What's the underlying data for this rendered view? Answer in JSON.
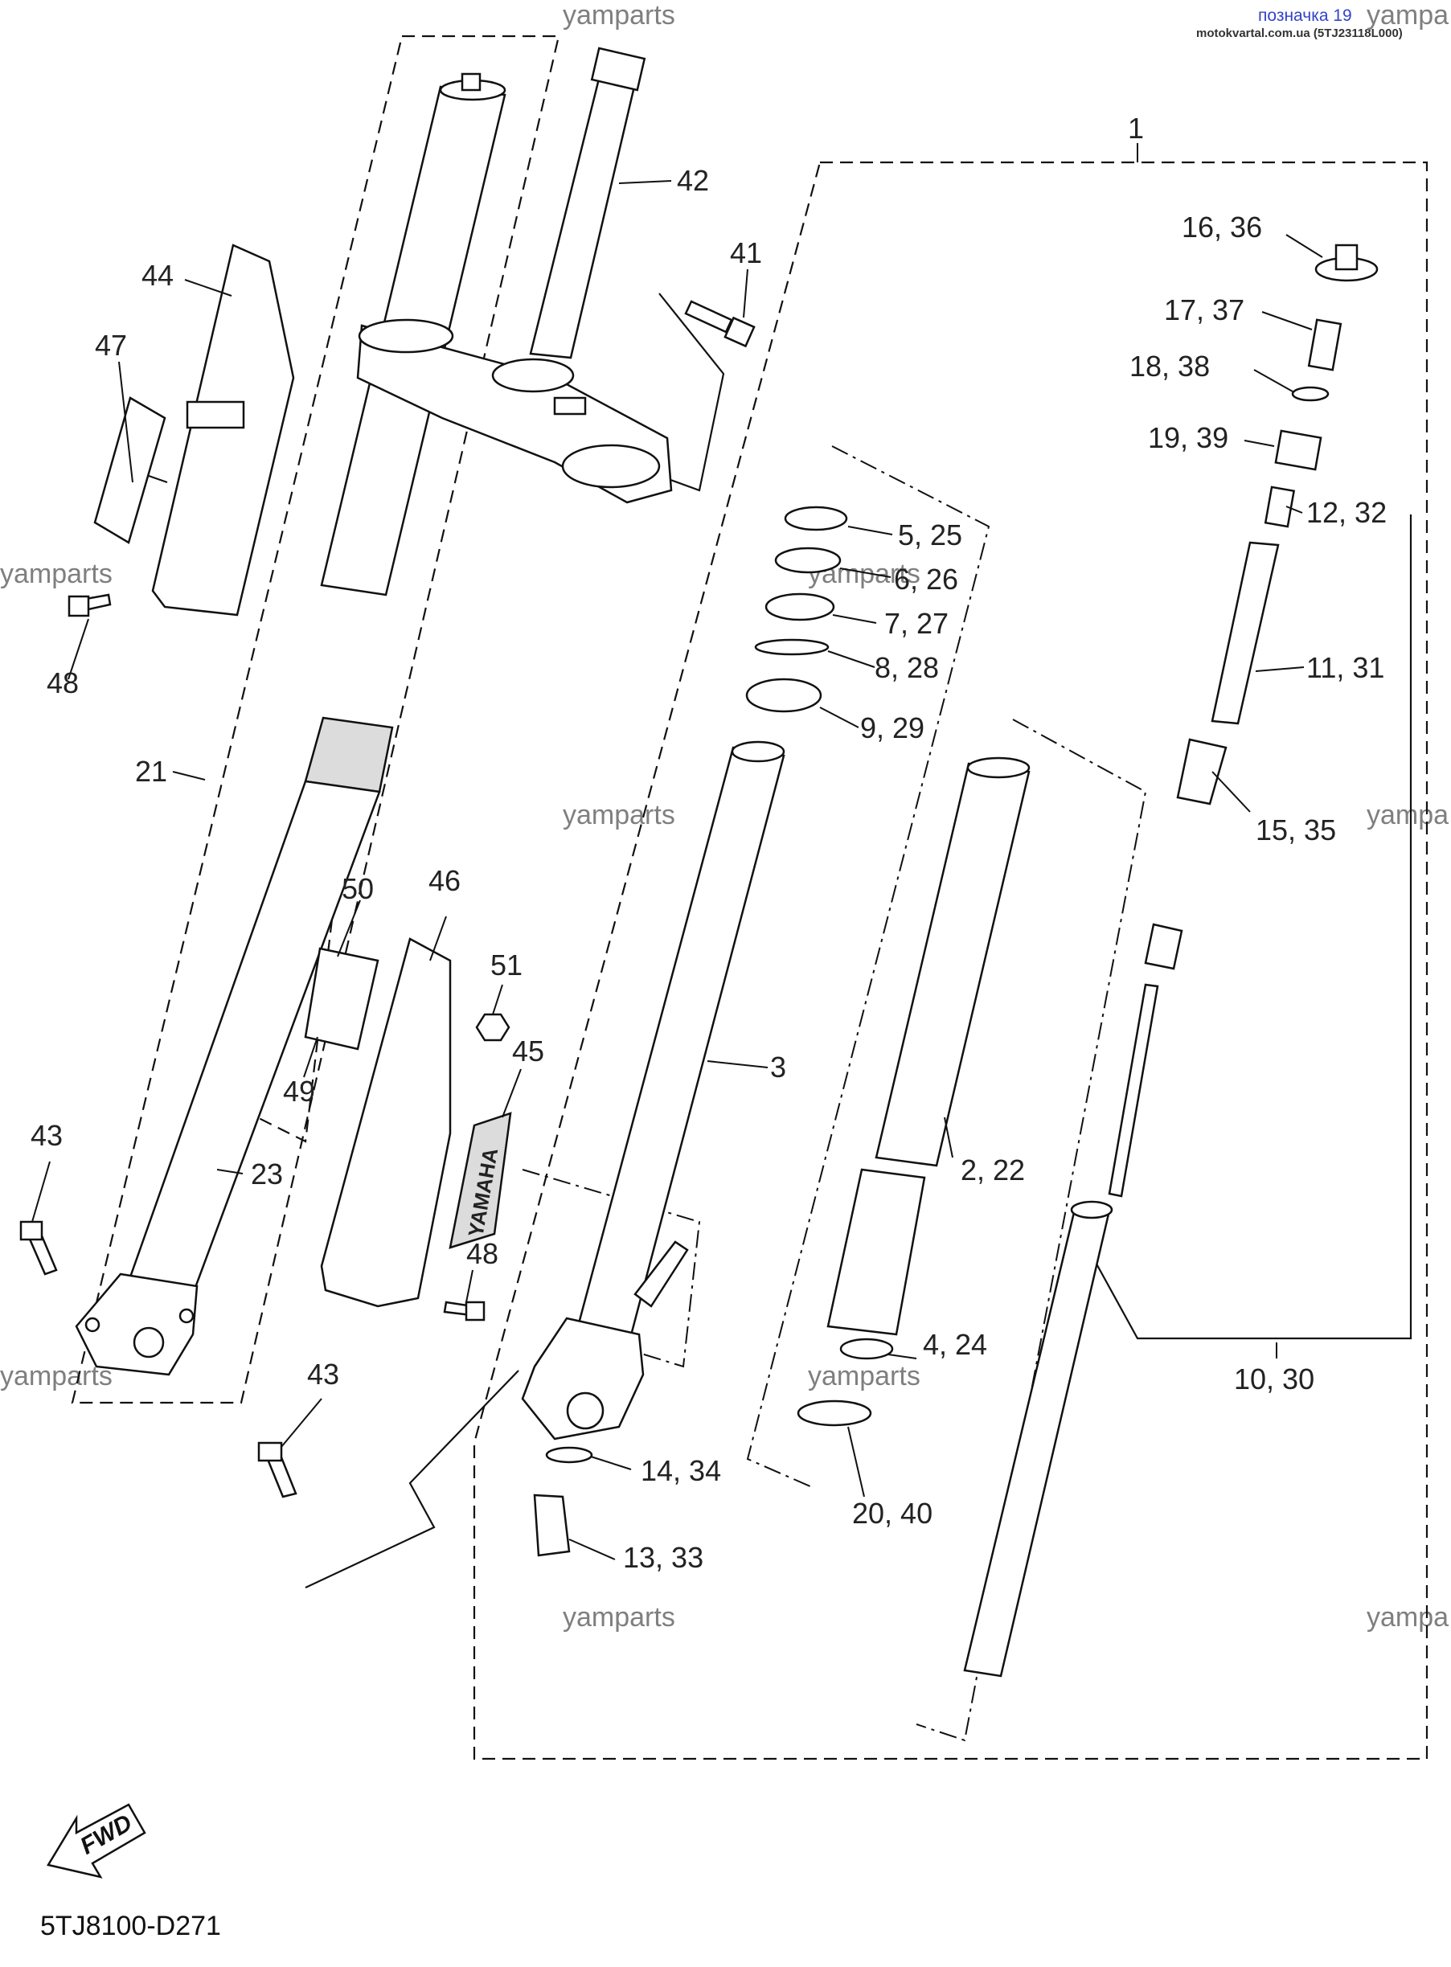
{
  "header": {
    "link_label": "позначка 19",
    "source_line": "motokvartal.com.ua (5TJ23118L000)"
  },
  "watermarks": {
    "text_full": "yamparts",
    "text_partial": "yampa"
  },
  "diagram_code": "5TJ8100-D271",
  "fwd_label": "FWD",
  "stamp_label": "YAMAHA",
  "callouts": [
    {
      "id": "c1",
      "text": "1"
    },
    {
      "id": "c42",
      "text": "42"
    },
    {
      "id": "c41",
      "text": "41"
    },
    {
      "id": "c44",
      "text": "44"
    },
    {
      "id": "c47",
      "text": "47"
    },
    {
      "id": "c48a",
      "text": "48"
    },
    {
      "id": "c21",
      "text": "21"
    },
    {
      "id": "c50",
      "text": "50"
    },
    {
      "id": "c46",
      "text": "46"
    },
    {
      "id": "c51",
      "text": "51"
    },
    {
      "id": "c45",
      "text": "45"
    },
    {
      "id": "c49",
      "text": "49"
    },
    {
      "id": "c43a",
      "text": "43"
    },
    {
      "id": "c23",
      "text": "23"
    },
    {
      "id": "c48b",
      "text": "48"
    },
    {
      "id": "c43b",
      "text": "43"
    },
    {
      "id": "c3",
      "text": "3"
    },
    {
      "id": "c5",
      "text": "5, 25"
    },
    {
      "id": "c6",
      "text": "6, 26"
    },
    {
      "id": "c7",
      "text": "7, 27"
    },
    {
      "id": "c8",
      "text": "8, 28"
    },
    {
      "id": "c9",
      "text": "9, 29"
    },
    {
      "id": "c16",
      "text": "16, 36"
    },
    {
      "id": "c17",
      "text": "17, 37"
    },
    {
      "id": "c18",
      "text": "18, 38"
    },
    {
      "id": "c19",
      "text": "19, 39"
    },
    {
      "id": "c12",
      "text": "12, 32"
    },
    {
      "id": "c11",
      "text": "11, 31"
    },
    {
      "id": "c15",
      "text": "15, 35"
    },
    {
      "id": "c2",
      "text": "2, 22"
    },
    {
      "id": "c4",
      "text": "4, 24"
    },
    {
      "id": "c10",
      "text": "10, 30"
    },
    {
      "id": "c20",
      "text": "20, 40"
    },
    {
      "id": "c14",
      "text": "14, 34"
    },
    {
      "id": "c13",
      "text": "13, 33"
    }
  ],
  "colors": {
    "line": "#111111",
    "watermark": "#7f7f7f",
    "link": "#3344c8",
    "part_shade": "#dcdcdc"
  }
}
